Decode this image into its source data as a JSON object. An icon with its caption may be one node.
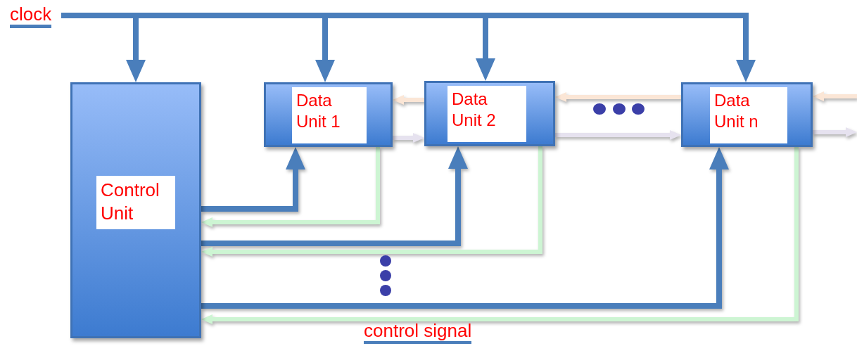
{
  "diagram": {
    "nodes": [
      {
        "text": [
          "clock"
        ]
      },
      {
        "text": [
          "Control Unit"
        ]
      },
      {
        "text": [
          "Data Unit 1"
        ]
      },
      {
        "text": [
          "Data Unit 2"
        ]
      },
      {
        "text": [
          "Data Unit n"
        ]
      }
    ],
    "edges": [
      {
        "from": 0,
        "to": 1,
        "arrow": "to"
      },
      {
        "from": 0,
        "to": 2,
        "arrow": "to"
      },
      {
        "from": 0,
        "to": 3,
        "arrow": "to"
      },
      {
        "from": 0,
        "to": 4,
        "arrow": "to"
      },
      {
        "from": 1,
        "to": 2,
        "arrow": "to"
      },
      {
        "from": 2,
        "to": 1,
        "arrow": "to",
        "color": "#cdf5d3"
      },
      {
        "from": 1,
        "to": 3,
        "arrow": "to"
      },
      {
        "from": 3,
        "to": 1,
        "arrow": "to",
        "color": "#cdf5d3"
      },
      {
        "from": 1,
        "to": 4,
        "arrow": "to"
      },
      {
        "from": 4,
        "to": 1,
        "arrow": "to",
        "color": "#cdf5d3"
      },
      {
        "from": 3,
        "to": 2,
        "arrow": "to",
        "color": "#fbe6d6"
      },
      {
        "from": 2,
        "to": 3,
        "arrow": "to",
        "color": "#e6e2ef"
      },
      {
        "from": 4,
        "to": 3,
        "arrow": "to",
        "color": "#fbe6d6"
      },
      {
        "from": 3,
        "to": 4,
        "arrow": "to",
        "color": "#e6e2ef"
      },
      {
        "from": null,
        "to": 4,
        "arrow": "to",
        "color": "#fbe6d6"
      },
      {
        "from": 4,
        "to": null,
        "arrow": "to",
        "color": "#e6e2ef"
      }
    ],
    "labels": [
      "control signal"
    ]
  }
}
